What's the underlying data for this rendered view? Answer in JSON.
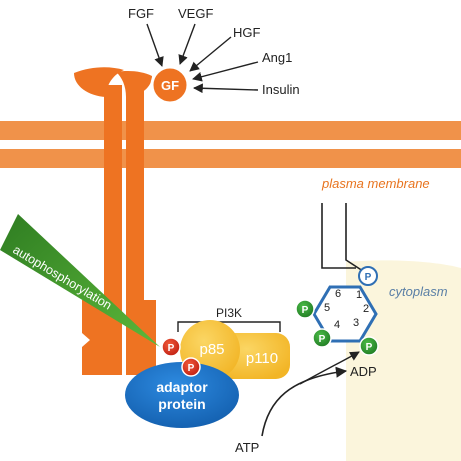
{
  "ligands": {
    "fgf": "FGF",
    "vegf": "VEGF",
    "hgf": "HGF",
    "ang1": "Ang1",
    "insulin": "Insulin"
  },
  "gf_label": "GF",
  "membrane_label": "plasma membrane",
  "cytoplasm_label": "cytoplasm",
  "autophosphorylation_label": "autophosphorylation",
  "pi3k_label": "PI3K",
  "p85_label": "p85",
  "p110_label": "p110",
  "adaptor_label_line1": "adaptor",
  "adaptor_label_line2": "protein",
  "phosphate_label": "P",
  "ring_positions": [
    "1",
    "2",
    "3",
    "4",
    "5",
    "6"
  ],
  "atp_label": "ATP",
  "adp_label": "ADP",
  "colors": {
    "receptor": "#ee7322",
    "membrane": "#f0924a",
    "arrow_green": "#3f9a2a",
    "pi3k_yellow": "#f6c33a",
    "adaptor_blue": "#1a72c4",
    "phosphate_red": "#d8281c",
    "phosphate_green": "#2e8b2e",
    "cytoplasm_fill": "#fbf5dc",
    "ring_blue": "#2f6fb4"
  }
}
